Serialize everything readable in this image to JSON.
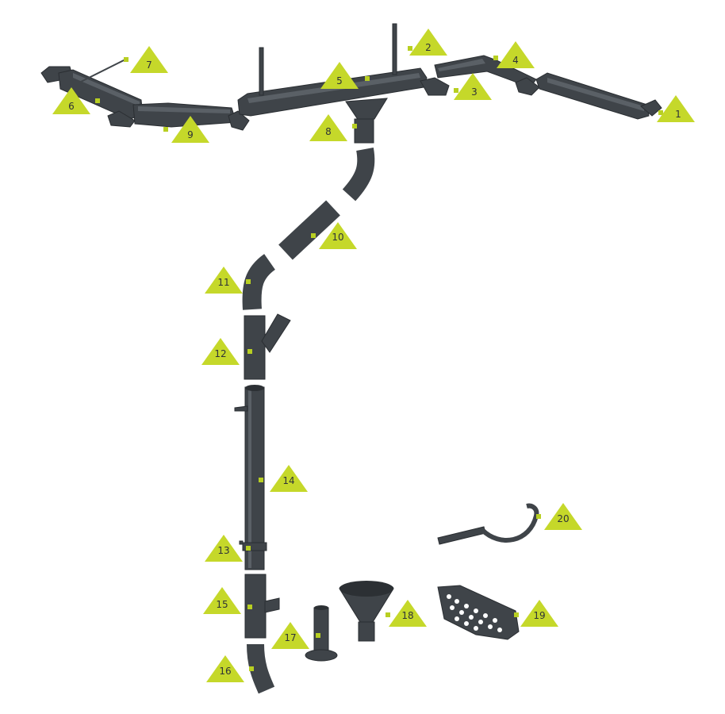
{
  "callouts": [
    {
      "id": "1",
      "label": "1"
    },
    {
      "id": "2",
      "label": "2"
    },
    {
      "id": "3",
      "label": "3"
    },
    {
      "id": "4",
      "label": "4"
    },
    {
      "id": "5",
      "label": "5"
    },
    {
      "id": "6",
      "label": "6"
    },
    {
      "id": "7",
      "label": "7"
    },
    {
      "id": "8",
      "label": "8"
    },
    {
      "id": "9",
      "label": "9"
    },
    {
      "id": "10",
      "label": "10"
    },
    {
      "id": "11",
      "label": "11"
    },
    {
      "id": "12",
      "label": "12"
    },
    {
      "id": "13",
      "label": "13"
    },
    {
      "id": "14",
      "label": "14"
    },
    {
      "id": "15",
      "label": "15"
    },
    {
      "id": "16",
      "label": "16"
    },
    {
      "id": "17",
      "label": "17"
    },
    {
      "id": "18",
      "label": "18"
    },
    {
      "id": "19",
      "label": "19"
    },
    {
      "id": "20",
      "label": "20"
    }
  ],
  "colors": {
    "metal": "#3f4449",
    "callout": "#c5d82a"
  }
}
